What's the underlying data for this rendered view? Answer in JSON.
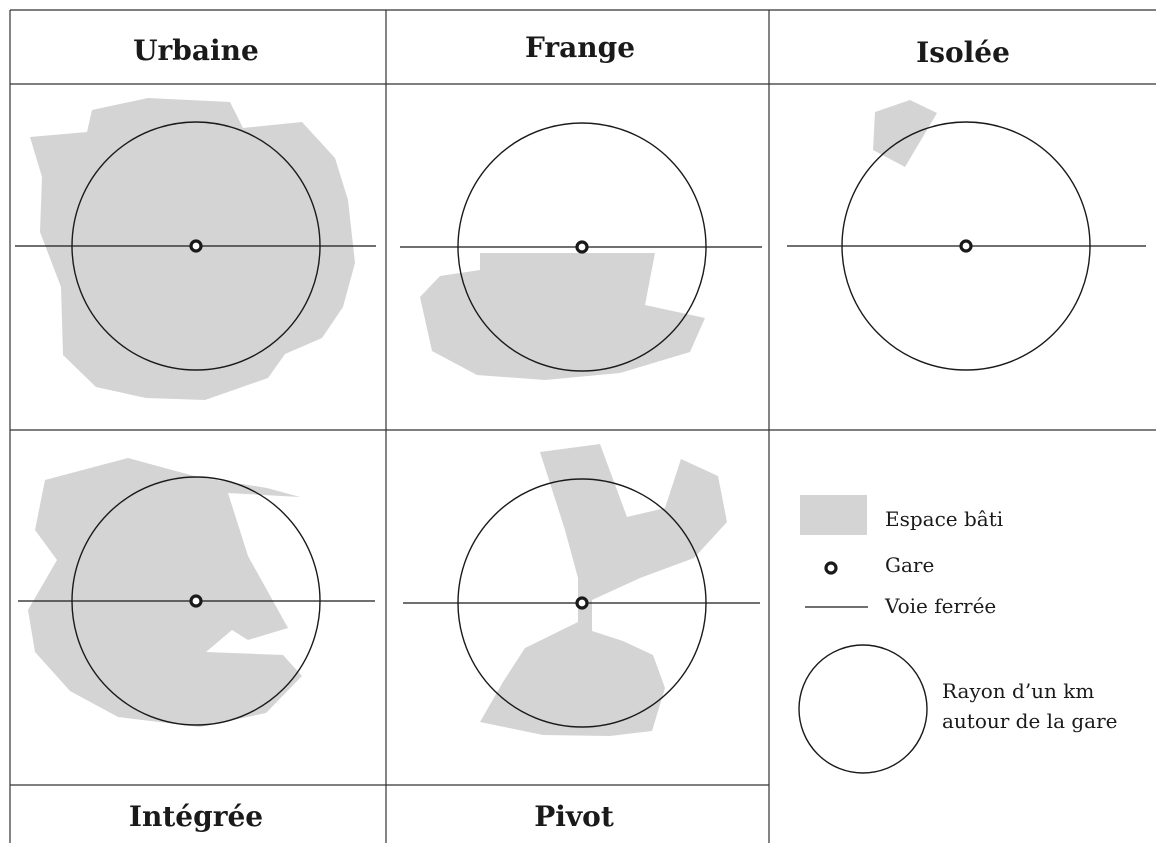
{
  "colors": {
    "built_area": "#d4d4d4",
    "line": "#1a1a1a",
    "background": "#ffffff"
  },
  "panels": {
    "urbaine": {
      "title": "Urbaine"
    },
    "frange": {
      "title": "Frange"
    },
    "isolee": {
      "title": "Isolée"
    },
    "integree": {
      "title": "Intégrée"
    },
    "pivot": {
      "title": "Pivot"
    }
  },
  "legend": {
    "built": "Espace bâti",
    "station": "Gare",
    "railway": "Voie ferrée",
    "radius_line1": "Rayon  d’un km",
    "radius_line2": "autour de la gare"
  }
}
